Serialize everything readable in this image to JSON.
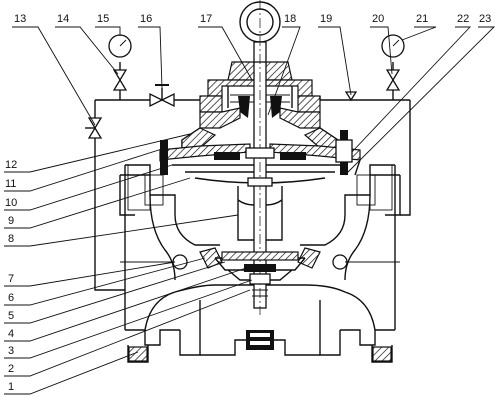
{
  "diagram": {
    "top_labels": [
      "13",
      "14",
      "15",
      "16",
      "17",
      "18",
      "19",
      "20",
      "21",
      "22",
      "23"
    ],
    "left_labels": [
      "12",
      "11",
      "10",
      "9",
      "8",
      "7",
      "6",
      "5",
      "4",
      "3",
      "2",
      "1"
    ]
  }
}
